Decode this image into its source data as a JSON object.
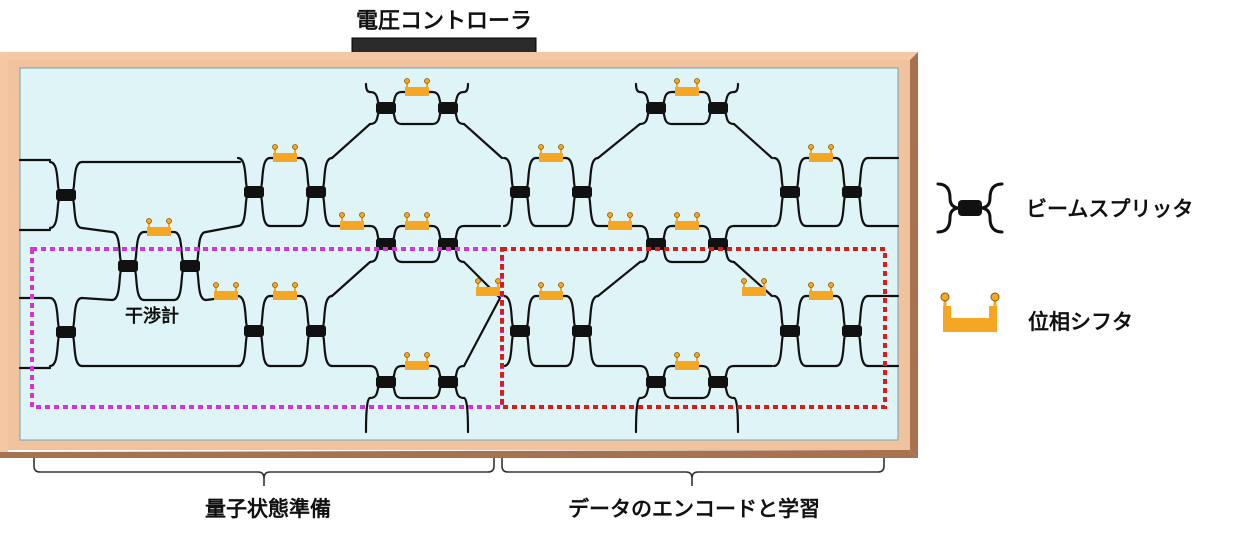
{
  "title": "電圧コントローラ",
  "interferometer_label": "干渉計",
  "legend": {
    "beam_splitter": "ビームスプリッタ",
    "phase_shifter": "位相シフタ"
  },
  "sections": {
    "state_prep": "量子状態準備",
    "encoding": "データのエンコードと学習"
  },
  "colors": {
    "frame_outer": "#f4c8a4",
    "frame_inner": "#9a6a4a",
    "chip": "#dff4f6",
    "waveguide": "#111111",
    "phase_shifter": "#f5a623",
    "state_prep_box": "#d633d6",
    "encoding_box": "#d91c1c"
  }
}
